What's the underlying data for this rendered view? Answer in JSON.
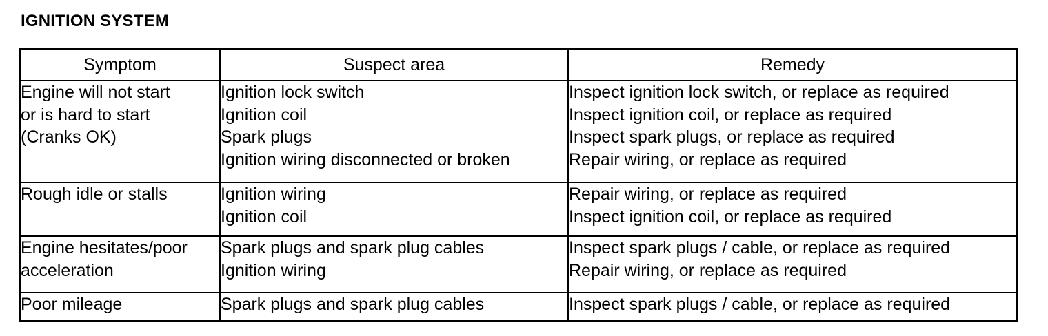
{
  "title": "IGNITION SYSTEM",
  "headers": [
    "Symptom",
    "Suspect area",
    "Remedy"
  ],
  "rows": [
    {
      "symptom": [
        "Engine will not start",
        "or is hard to start",
        "(Cranks OK)"
      ],
      "suspect": [
        "Ignition lock switch",
        "Ignition coil",
        "Spark plugs",
        "Ignition wiring disconnected or broken"
      ],
      "remedy": [
        "Inspect ignition lock switch, or replace as required",
        "Inspect ignition coil, or replace as required",
        "Inspect spark plugs, or replace as required",
        "Repair wiring, or replace as required"
      ]
    },
    {
      "symptom": [
        "Rough idle or stalls"
      ],
      "suspect": [
        "Ignition wiring",
        "Ignition coil"
      ],
      "remedy": [
        "Repair wiring, or replace as required",
        "Inspect ignition coil, or replace as required"
      ]
    },
    {
      "symptom": [
        "Engine hesitates/poor",
        "acceleration"
      ],
      "suspect": [
        "Spark plugs and spark plug cables",
        "Ignition wiring"
      ],
      "remedy": [
        "Inspect spark plugs / cable, or replace as required",
        "Repair wiring, or replace as required"
      ]
    },
    {
      "symptom": [
        "Poor mileage"
      ],
      "suspect": [
        "Spark plugs and spark plug cables"
      ],
      "remedy": [
        "Inspect spark plugs / cable, or replace as required"
      ]
    }
  ]
}
